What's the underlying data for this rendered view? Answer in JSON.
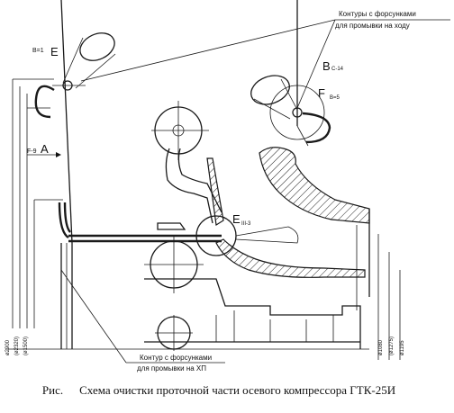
{
  "callouts": {
    "top_line1": "Контуры с форсунками",
    "top_line2": "для промывки на ходу",
    "bottom_line1": "Контур с форсунками",
    "bottom_line2": "для промывки на ХП"
  },
  "views": {
    "B1": "B=1",
    "E_top": "E",
    "B14": "B",
    "B14_sub": "C-14",
    "F": "F",
    "F_sub": "B=5",
    "A_prefix": "F-9",
    "A": "A",
    "E_mid": "E",
    "E_mid_sub": "III-3"
  },
  "dimensions": [
    "ø2900",
    "(ø2320)",
    "(ø1500)",
    "ø1080",
    "(ø1275)",
    "ø1195"
  ],
  "caption": {
    "prefix": "Рис.",
    "text": "Схема очистки проточной части осевого компрессора ГТК-25И"
  }
}
